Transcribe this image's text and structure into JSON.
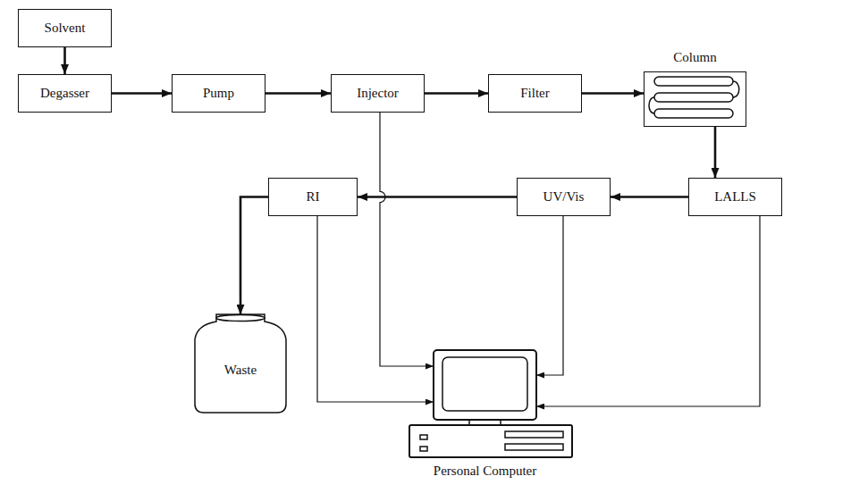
{
  "diagram": {
    "nodes": [
      {
        "text": [
          "Solvent"
        ]
      },
      {
        "text": [
          "Degasser"
        ]
      },
      {
        "text": [
          "Pump"
        ]
      },
      {
        "text": [
          "Injector"
        ]
      },
      {
        "text": [
          "Filter"
        ]
      },
      {
        "text": [
          "Column"
        ]
      },
      {
        "text": [
          "RI"
        ]
      },
      {
        "text": [
          "UV/Vis"
        ]
      },
      {
        "text": [
          "LALLS"
        ]
      },
      {
        "text": [
          "Waste"
        ]
      },
      {
        "text": [
          "Personal Computer"
        ]
      }
    ],
    "edges": [
      {
        "from": 0,
        "to": 1,
        "arrow": "to"
      },
      {
        "from": 1,
        "to": 2,
        "arrow": "to"
      },
      {
        "from": 2,
        "to": 3,
        "arrow": "to"
      },
      {
        "from": 3,
        "to": 4,
        "arrow": "to"
      },
      {
        "from": 4,
        "to": 5,
        "arrow": "to"
      },
      {
        "from": 5,
        "to": 8,
        "arrow": "to"
      },
      {
        "from": 8,
        "to": 7,
        "arrow": "to"
      },
      {
        "from": 7,
        "to": 6,
        "arrow": "to"
      },
      {
        "from": 6,
        "to": 9,
        "arrow": "to"
      },
      {
        "from": 3,
        "to": 10,
        "arrow": "to"
      },
      {
        "from": 6,
        "to": 10,
        "arrow": "to"
      },
      {
        "from": 7,
        "to": 10,
        "arrow": "to"
      },
      {
        "from": 8,
        "to": 10,
        "arrow": "to"
      }
    ]
  }
}
